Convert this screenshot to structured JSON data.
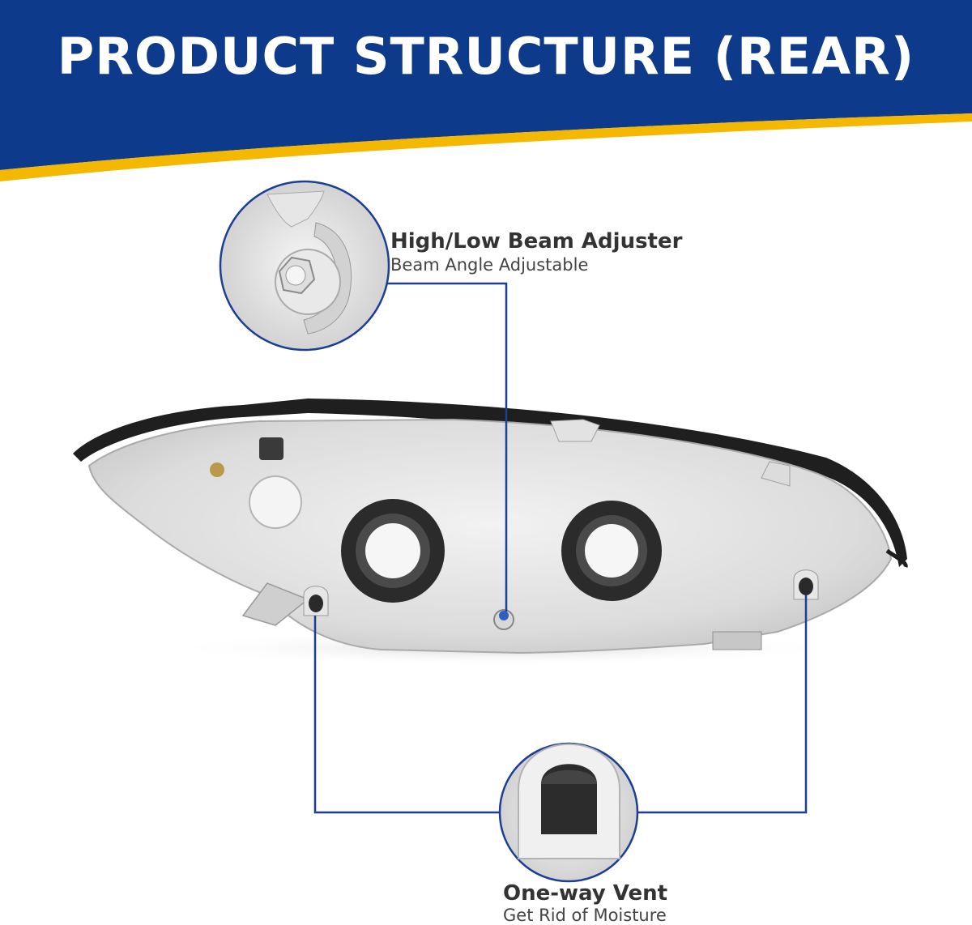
{
  "banner": {
    "title": "PRODUCT STRUCTURE (REAR)",
    "background_color": "#0d3a8a",
    "accent_color": "#f5b800"
  },
  "callouts": {
    "adjuster": {
      "title": "High/Low Beam Adjuster",
      "subtitle": "Beam Angle Adjustable",
      "icon": "beam-adjuster-screw-icon"
    },
    "vent": {
      "title": "One-way Vent",
      "subtitle": "Get Rid of Moisture",
      "icon": "vent-cap-icon"
    }
  },
  "line_color": "#1c3f94",
  "headlight_image": "headlight-rear-housing"
}
